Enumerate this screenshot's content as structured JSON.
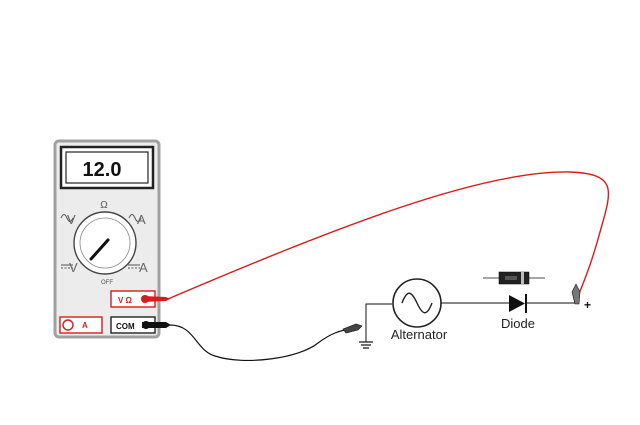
{
  "meter": {
    "display_value": "12.0",
    "dial": {
      "ohm_symbol": "Ω",
      "ac_volts": "V",
      "ac_amps": "A",
      "dc_volts": "V",
      "dc_amps": "A",
      "off_label": "OFF"
    },
    "jacks": {
      "volt_ohm": "V Ω",
      "amp": "A",
      "common": "COM"
    }
  },
  "circuit": {
    "alternator_label": "Alternator",
    "diode_label": "Diode",
    "positive_terminal": "+"
  },
  "colors": {
    "red_lead": "#d81c1c",
    "black_lead": "#111111",
    "meter_body": "#ececec",
    "meter_border": "#9a9a9a",
    "jack_border": "#d81c1c"
  }
}
